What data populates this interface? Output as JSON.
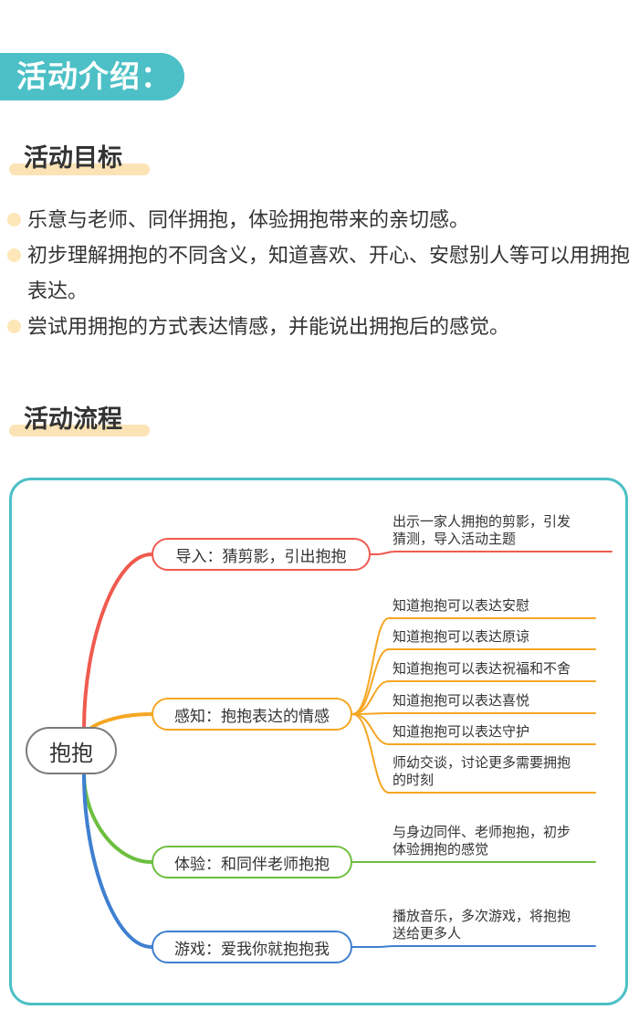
{
  "header": {
    "title": "活动介绍："
  },
  "goals": {
    "title": "活动目标",
    "items": [
      "乐意与老师、同伴拥抱，体验拥抱带来的亲切感。",
      "初步理解拥抱的不同含义，知道喜欢、开心、安慰别人等可以用拥抱表达。",
      "尝试用拥抱的方式表达情感，并能说出拥抱后的感觉。"
    ]
  },
  "process": {
    "title": "活动流程",
    "root": "抱抱",
    "branches": [
      {
        "label": "导入：猜剪影，引出抱抱",
        "color": "#f05a4f",
        "leaves": [
          [
            "出示一家人拥抱的剪影，引发",
            "猜测，导入活动主题"
          ]
        ]
      },
      {
        "label": "感知：抱抱表达的情感",
        "color": "#f5a623",
        "leaves": [
          [
            "知道抱抱可以表达安慰"
          ],
          [
            "知道抱抱可以表达原谅"
          ],
          [
            "知道抱抱可以表达祝福和不舍"
          ],
          [
            "知道抱抱可以表达喜悦"
          ],
          [
            "知道抱抱可以表达守护"
          ],
          [
            "师幼交谈，讨论更多需要拥抱",
            "的时刻"
          ]
        ]
      },
      {
        "label": "体验：和同伴老师抱抱",
        "color": "#6cbf3f",
        "leaves": [
          [
            "与身边同伴、老师抱抱，初步",
            "体验拥抱的感觉"
          ]
        ]
      },
      {
        "label": "游戏：爱我你就抱抱我",
        "color": "#3f7fd0",
        "leaves": [
          [
            "播放音乐，多次游戏，将抱抱",
            "送给更多人"
          ]
        ]
      }
    ]
  },
  "colors": {
    "accent": "#4cc0c6",
    "highlight": "#fbe3b5",
    "bullet": "#fde6b8"
  }
}
